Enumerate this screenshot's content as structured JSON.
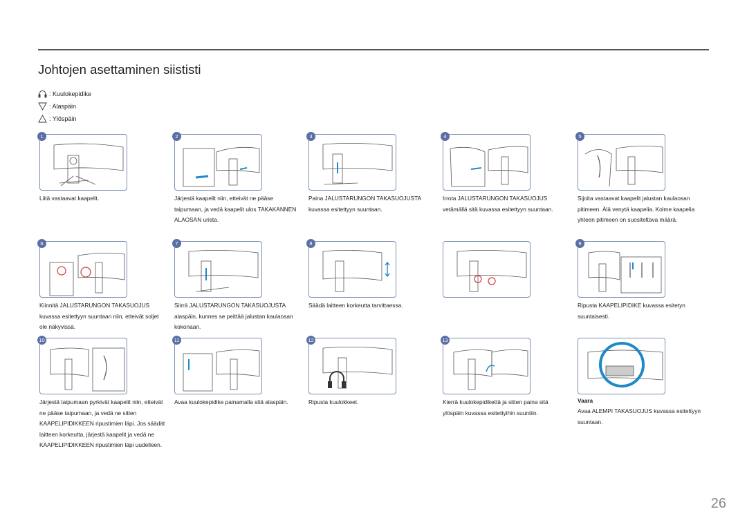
{
  "page": {
    "title": "Johtojen asettaminen siististi",
    "page_number": "26"
  },
  "legend": [
    {
      "icon": "headphone-holder-icon",
      "label": ": Kuulokepidike"
    },
    {
      "icon": "arrow-down-triangle-icon",
      "label": ": Alaspäin"
    },
    {
      "icon": "arrow-up-triangle-icon",
      "label": ": Ylöspäin"
    }
  ],
  "steps": [
    {
      "num": "1",
      "caption": "Liitä vastaavat kaapelit."
    },
    {
      "num": "2",
      "caption": "Järjestä kaapelit niin, etteivät ne pääse taipumaan, ja vedä kaapelit ulos TAKAKANNEN ALAOSAN urista."
    },
    {
      "num": "3",
      "caption": "Paina JALUSTARUNGON TAKASUOJUSTA kuvassa esitettyyn suuntaan."
    },
    {
      "num": "4",
      "caption": "Irrota JALUSTARUNGON TAKASUOJUS vetämällä sitä kuvassa esitettyyn suuntaan."
    },
    {
      "num": "5",
      "caption": "Sijoita vastaavat kaapelit jalustan kaulaosan pitimeen. Älä venytä kaapelia. Kolme kaapelia yhteen pitimeen on suositeltava määrä."
    },
    {
      "num": "6",
      "caption": "Kiinnitä JALUSTARUNGON TAKASUOJUS kuvassa esitettyyn suuntaan niin, etteivät soljet ole näkyvissä."
    },
    {
      "num": "7",
      "caption": "Siirrä JALUSTARUNGON TAKASUOJUSTA alaspäin, kunnes se peittää jalustan kaulaosan kokonaan."
    },
    {
      "num": "8",
      "caption": "Säädä laitteen korkeutta tarvittaessa."
    },
    {
      "num": "",
      "caption": ""
    },
    {
      "num": "9",
      "caption": "Ripusta KAAPELIPIDIKE kuvassa esitetyn suuntaisesti."
    },
    {
      "num": "10",
      "caption": "Järjestä taipumaan pyrkivät kaapelit niin, etteivät ne pääse taipumaan, ja vedä ne sitten KAAPELIPIDIKKEEN ripustimien läpi. Jos säädät laitteen korkeutta, järjestä kaapelit ja vedä ne KAAPELIPIDIKKEEN ripustimien läpi uudelleen."
    },
    {
      "num": "11",
      "caption": "Avaa kuulokepidike painamalla sitä alaspäin."
    },
    {
      "num": "12",
      "caption": "Ripusta kuulokkeet."
    },
    {
      "num": "13",
      "caption": "Kierrä kuulokepidikettä ja sitten paina sitä ylöspäin kuvassa esitettyihin suuntiin."
    }
  ],
  "warning": {
    "heading": "Vaara",
    "text": "Avaa ALEMPI TAKASUOJUS kuvassa esitettyyn suuntaan."
  },
  "colors": {
    "frame": "#7a8fb0",
    "badge": "#5a6fa3",
    "accent_blue": "#1e88c8",
    "highlight_red": "#d23a3a"
  }
}
